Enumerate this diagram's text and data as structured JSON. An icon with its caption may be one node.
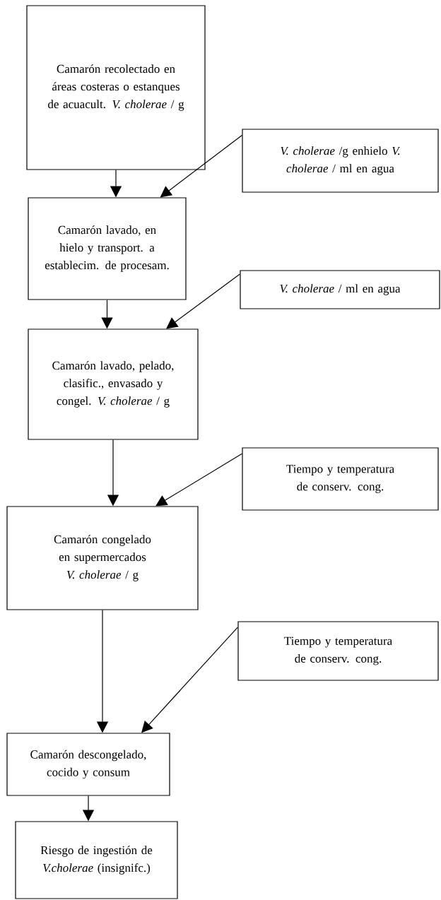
{
  "diagram": {
    "nodes": [
      {
        "text": [
          "Camarón recolectado en áreas costeras o estanques de acuacult. *V. cholerae* / g"
        ]
      },
      {
        "text": [
          "*V. cholerae* /g enhielo *V. cholerae* / ml en agua"
        ]
      },
      {
        "text": [
          "Camarón lavado, en hielo y transport. a establecim. de procesam."
        ]
      },
      {
        "text": [
          "*V. cholerae* / ml en agua"
        ]
      },
      {
        "text": [
          "Camarón lavado, pelado, clasific., envasado y congel. *V. cholerae* / g"
        ]
      },
      {
        "text": [
          "Tiempo y temperatura de conserv. cong."
        ]
      },
      {
        "text": [
          "Camarón congelado en supermercados *V. cholerae* / g"
        ]
      },
      {
        "text": [
          "Tiempo y temperatura de conserv. cong."
        ]
      },
      {
        "text": [
          "Camarón descongelado, cocido y consum"
        ]
      },
      {
        "text": [
          "Riesgo de ingestión de *V.cholerae* (insignifc.)"
        ]
      }
    ],
    "edges": [
      {
        "from": 0,
        "to": 2,
        "arrow": "to"
      },
      {
        "from": 1,
        "to": 2,
        "arrow": "to"
      },
      {
        "from": 2,
        "to": 4,
        "arrow": "to"
      },
      {
        "from": 3,
        "to": 4,
        "arrow": "to"
      },
      {
        "from": 4,
        "to": 6,
        "arrow": "to"
      },
      {
        "from": 5,
        "to": 6,
        "arrow": "to"
      },
      {
        "from": 6,
        "to": 8,
        "arrow": "to"
      },
      {
        "from": 7,
        "to": 8,
        "arrow": "to"
      },
      {
        "from": 8,
        "to": 9,
        "arrow": "to"
      }
    ]
  }
}
